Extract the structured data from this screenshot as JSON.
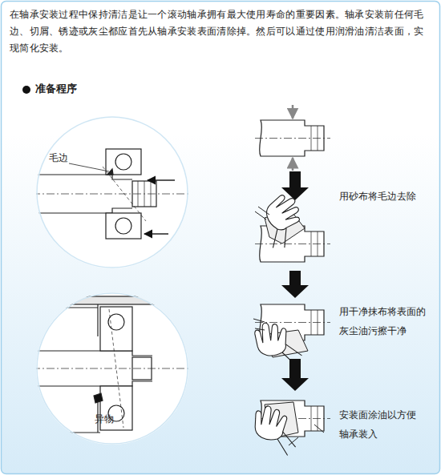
{
  "diagram": {
    "title": "准备程序",
    "nodes": [
      {
        "text": [
          "毛边"
        ]
      },
      {
        "text": [
          "异物"
        ]
      }
    ],
    "labels": [
      "在轴承安装过程中保持清洁是让一个滚动轴承拥有最大使用寿命的重要因素。轴承安装前任何毛边、切屑、锈迹或灰尘都应首先从轴承安装表面清除掉。然后可以通过使用润滑油清洁表面，实现简化安装。",
      "用砂布将毛边去除",
      "用干净抹布将表面的灰尘油污擦干净",
      "安装面涂油以方便轴承装入"
    ]
  }
}
